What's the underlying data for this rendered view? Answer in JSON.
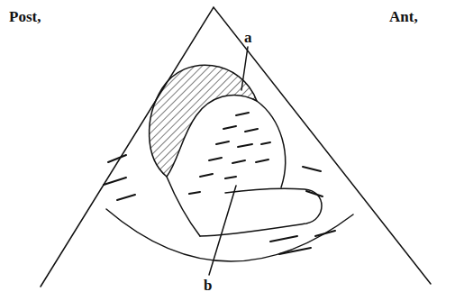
{
  "diagram": {
    "labels": [
      "Post,",
      "Ant,",
      "a",
      "b"
    ]
  }
}
